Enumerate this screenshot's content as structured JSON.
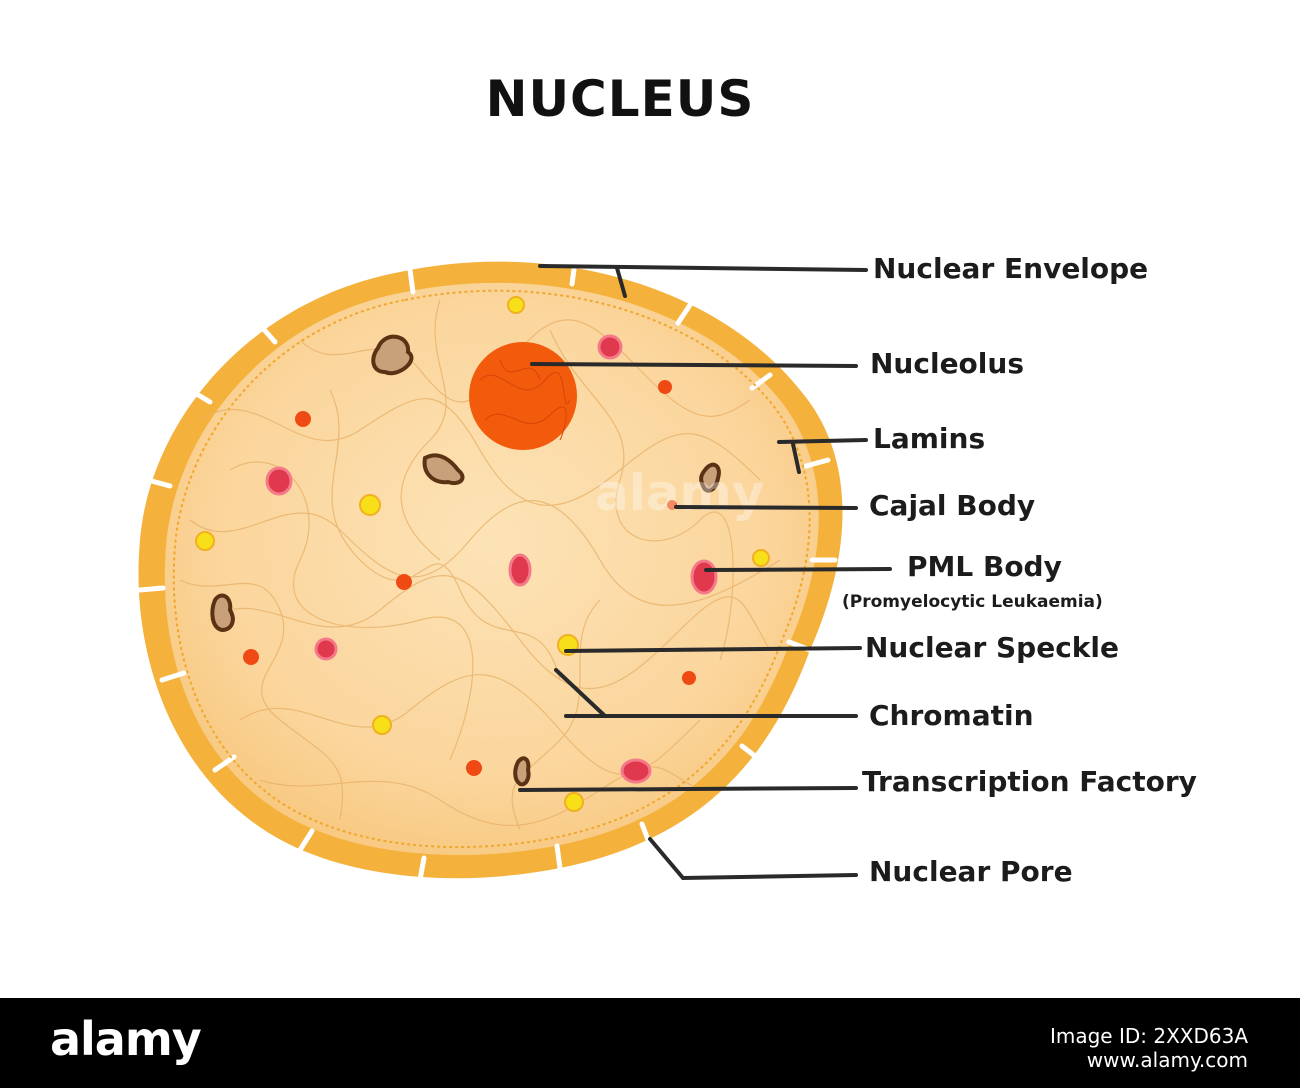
{
  "title": "NUCLEUS",
  "labels": {
    "nuclear_envelope": "Nuclear Envelope",
    "nucleolus": "Nucleolus",
    "lamins": "Lamins",
    "cajal_body": "Cajal Body",
    "pml_body": "PML Body",
    "pml_sub": "(Promyelocytic Leukaemia)",
    "nuclear_speckle": "Nuclear Speckle",
    "chromatin": "Chromatin",
    "transcription_factory": "Transcription Factory",
    "nuclear_pore": "Nuclear Pore"
  },
  "watermark": "alamy",
  "footer": {
    "brand": "alamy",
    "image_id_line1": "Image ID: 2XXD63A",
    "image_id_line2": "www.alamy.com"
  },
  "colors": {
    "envelope": "#f4b23c",
    "nucleoplasm": "#fbd9a0",
    "nucleolus": "#f25a0c",
    "pml_body": "#e0384c",
    "speckle": "#f7e01a",
    "cajal": "#f04a14",
    "transcription_factory": "#6a3d1e",
    "leader_line": "#2a2a2a"
  }
}
